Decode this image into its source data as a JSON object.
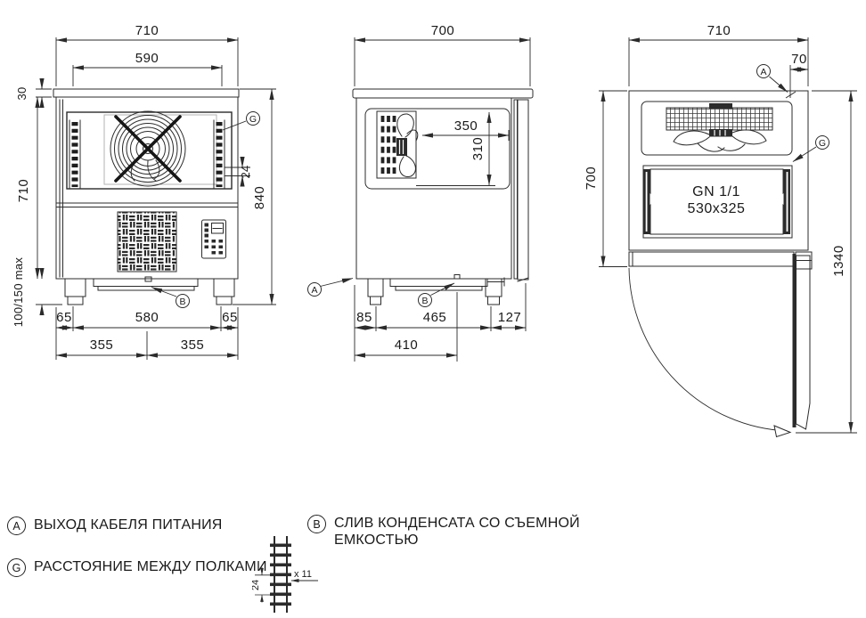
{
  "drawing": {
    "front": {
      "dim_width": "710",
      "dim_inner_width": "590",
      "dim_top_panel": "30",
      "dim_body_height": "710",
      "dim_shelf_pitch": "24",
      "dim_total_height": "840",
      "dim_feet_height": "100/150 max",
      "dim_foot_left": "65",
      "dim_feet_span": "580",
      "dim_foot_right": "65",
      "dim_half_left": "355",
      "dim_half_right": "355",
      "callout_g": "G",
      "callout_b": "B"
    },
    "side": {
      "dim_depth": "700",
      "dim_evap_depth": "350",
      "dim_evap_height": "310",
      "dim_front_offset": "85",
      "dim_feet_span": "465",
      "dim_back_offset": "127",
      "dim_drain_offset": "410",
      "callout_a": "A",
      "callout_b": "B"
    },
    "top": {
      "dim_width": "710",
      "dim_cable_offset": "70",
      "dim_depth": "700",
      "dim_depth_door_open": "1340",
      "tray_size_line1": "GN 1/1",
      "tray_size_line2": "530x325",
      "callout_a": "A",
      "callout_g": "G"
    }
  },
  "legend": {
    "a": {
      "symbol": "A",
      "text": "ВЫХОД КАБЕЛЯ ПИТАНИЯ"
    },
    "b": {
      "symbol": "B",
      "text_line1": "СЛИВ КОНДЕНСАТА СО СЪЕМНОЙ",
      "text_line2": "ЕМКОСТЬЮ"
    },
    "g": {
      "symbol": "G",
      "text": "РАССТОЯНИЕ МЕЖДУ ПОЛКАМИ"
    },
    "shelf_detail": {
      "dim_pitch": "24",
      "count_label": "x 11"
    }
  }
}
